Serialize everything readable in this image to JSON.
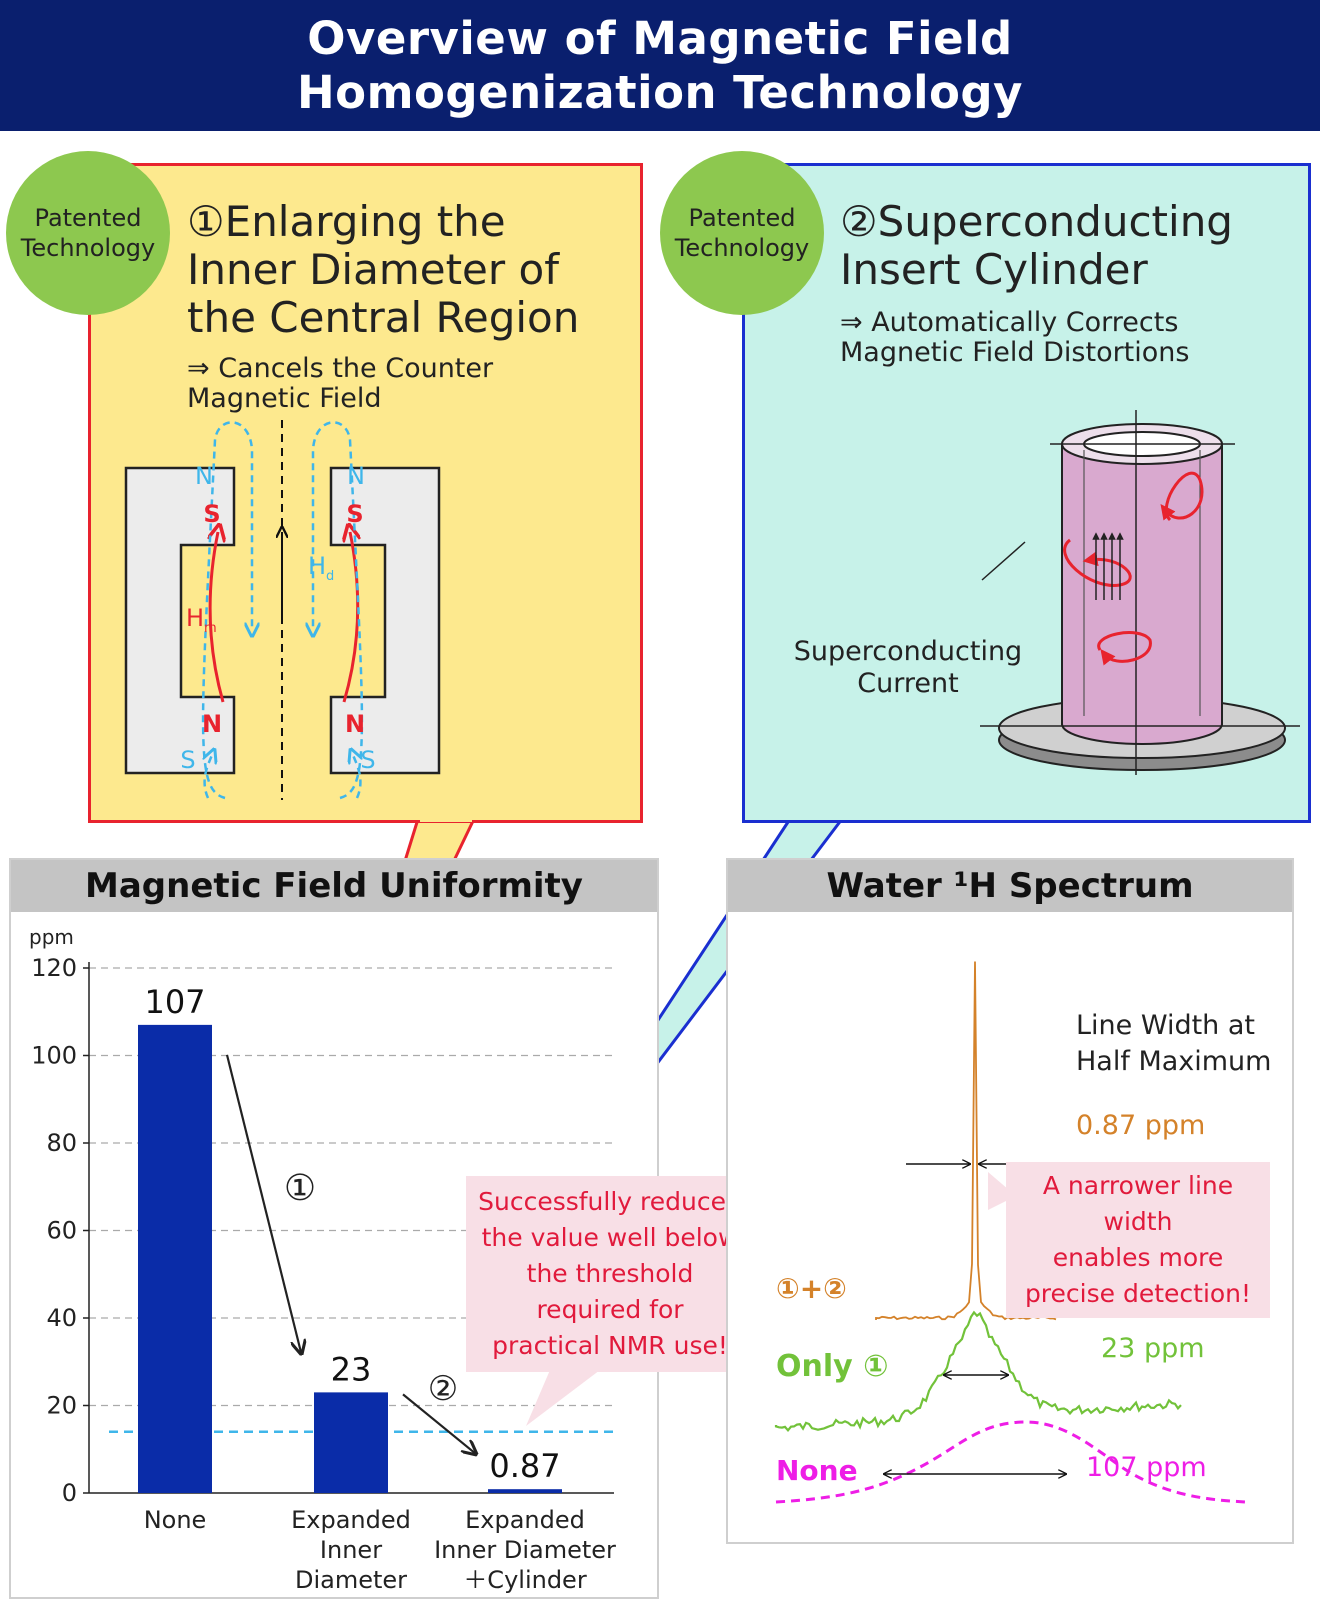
{
  "header": {
    "title_line1": "Overview of Magnetic Field",
    "title_line2": "Homogenization Technology"
  },
  "panel1": {
    "badge_line1": "Patented",
    "badge_line2": "Technology",
    "title_line1": "①Enlarging the",
    "title_line2": "Inner Diameter of",
    "title_line3": "the Central Region",
    "sub_line1": "⇒ Cancels the Counter",
    "sub_line2": "Magnetic Field",
    "diagram": {
      "n": "N",
      "s": "S",
      "hm": "H",
      "hm_sub": "m",
      "hd": "H",
      "hd_sub": "d"
    }
  },
  "panel2": {
    "badge_line1": "Patented",
    "badge_line2": "Technology",
    "title_line1": "②Superconducting",
    "title_line2": "Insert Cylinder",
    "sub_line1": "⇒ Automatically Corrects",
    "sub_line2": "Magnetic Field Distortions",
    "current_line1": "Superconducting",
    "current_line2": "Current"
  },
  "uniformity": {
    "title": "Magnetic Field Uniformity",
    "callout_lines": [
      "Successfully reduced",
      "the value well below",
      "the threshold",
      "required for",
      "practical NMR use!"
    ],
    "step1": "①",
    "step2": "②"
  },
  "spectrum": {
    "title": "Water ¹H Spectrum",
    "lw_line1": "Line Width at",
    "lw_line2": "Half Maximum",
    "w1": "0.87 ppm",
    "w2": "23 ppm",
    "w3": "107 ppm",
    "lab1": "①+②",
    "lab2": "Only ①",
    "lab3": "None",
    "callout_lines": [
      "A narrower line width",
      "enables more",
      "precise detection!"
    ]
  },
  "colors": {
    "navy": "#0a1f6e",
    "bar": "#0a2ca8",
    "orange": "#d4822a",
    "green": "#72c23a",
    "magenta": "#ee1ee6",
    "red": "#e8232e",
    "cyan": "#3fb6ea"
  },
  "chart_data": {
    "type": "bar",
    "title": "Magnetic Field Uniformity",
    "ylabel": "ppm",
    "categories": [
      [
        "None"
      ],
      [
        "Expanded",
        "Inner",
        "Diameter"
      ],
      [
        "Expanded",
        "Inner Diameter",
        "＋Cylinder"
      ]
    ],
    "values": [
      107,
      23,
      0.87
    ],
    "value_labels": [
      "107",
      "23",
      "0.87"
    ],
    "yticks": [
      0,
      20,
      40,
      60,
      80,
      100,
      120
    ],
    "ylim": [
      0,
      120
    ],
    "threshold": 14,
    "grid": true
  }
}
